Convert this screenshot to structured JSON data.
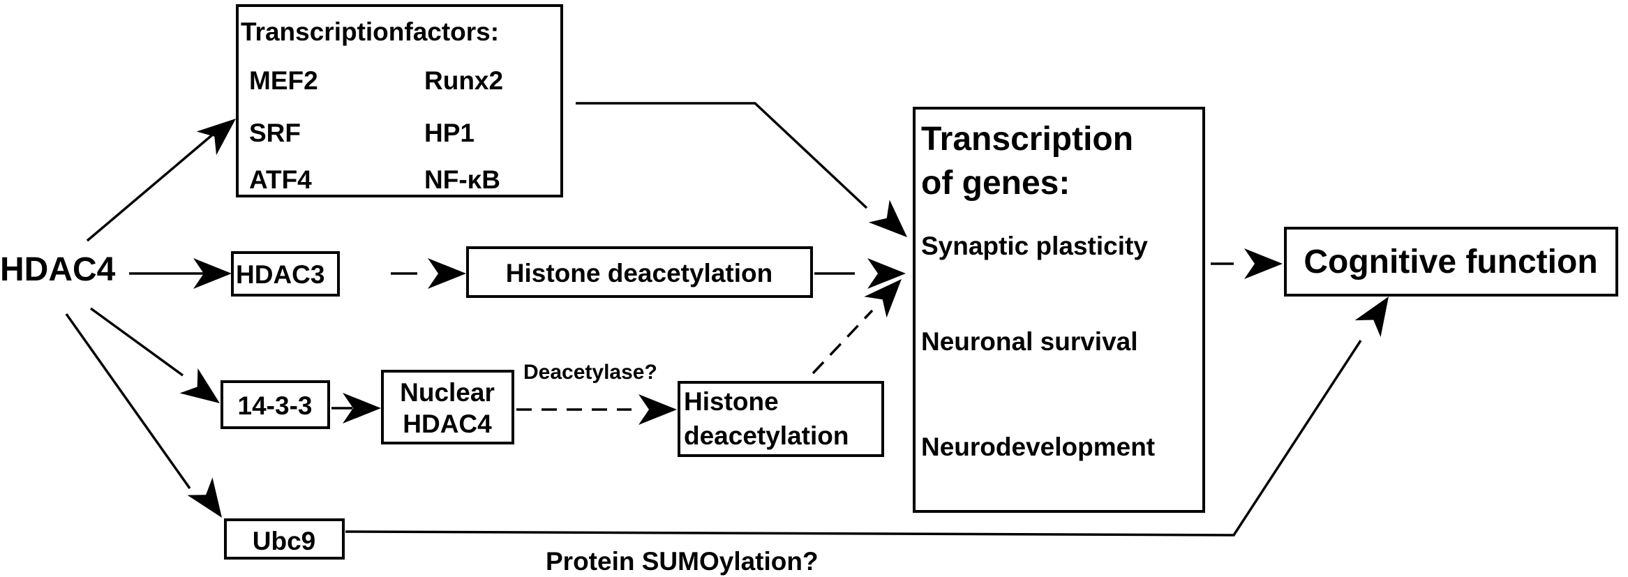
{
  "nodes": {
    "hdac4": "HDAC4",
    "tf_title": "Transcriptionfactors:",
    "tf_items": [
      "MEF2",
      "Runx2",
      "SRF",
      "HP1",
      "ATF4",
      "NF-κB"
    ],
    "hdac3": "HDAC3",
    "histone_deacetylation_1": "Histone deacetylation",
    "p1433": "14-3-3",
    "nuclear_line1": "Nuclear",
    "nuclear_line2": "HDAC4",
    "deacetylase_label": "Deacetylase?",
    "histone2_line1": "Histone",
    "histone2_line2": "deacetylation",
    "ubc9": "Ubc9",
    "sumoylation_label": "Protein SUMOylation?",
    "genes_title_line1": "Transcription",
    "genes_title_line2": "of genes:",
    "genes_items": [
      "Synaptic plasticity",
      "Neuronal survival",
      "Neurodevelopment"
    ],
    "cognitive": "Cognitive function"
  },
  "colors": {
    "ink": "#000000",
    "background": "#ffffff"
  }
}
